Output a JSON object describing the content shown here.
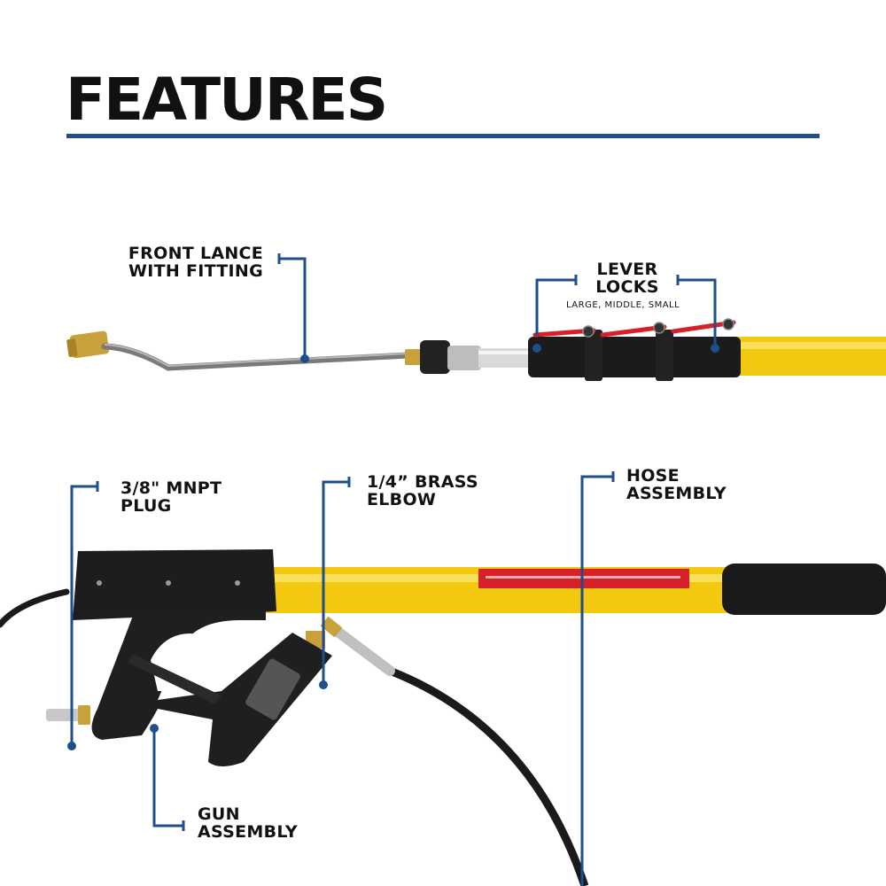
{
  "heading": "FEATURES",
  "colors": {
    "accent": "#1f4e8c",
    "pole_yellow": "#f2c811",
    "grip_black": "#1b1b1b",
    "brass": "#c9a13a"
  },
  "callouts": {
    "front_lance": {
      "line1": "FRONT LANCE",
      "line2": "WITH FITTING"
    },
    "lever_locks": {
      "line1": "LEVER",
      "line2": "LOCKS",
      "sub": "LARGE, MIDDLE, SMALL"
    },
    "mnpt_plug": {
      "line1": "3/8\" MNPT",
      "line2": "PLUG"
    },
    "brass_elbow": {
      "line1": "1/4” BRASS",
      "line2": "ELBOW"
    },
    "hose_assembly": {
      "line1": "HOSE",
      "line2": "ASSEMBLY"
    },
    "gun_assembly": {
      "line1": "GUN",
      "line2": "ASSEMBLY"
    }
  }
}
